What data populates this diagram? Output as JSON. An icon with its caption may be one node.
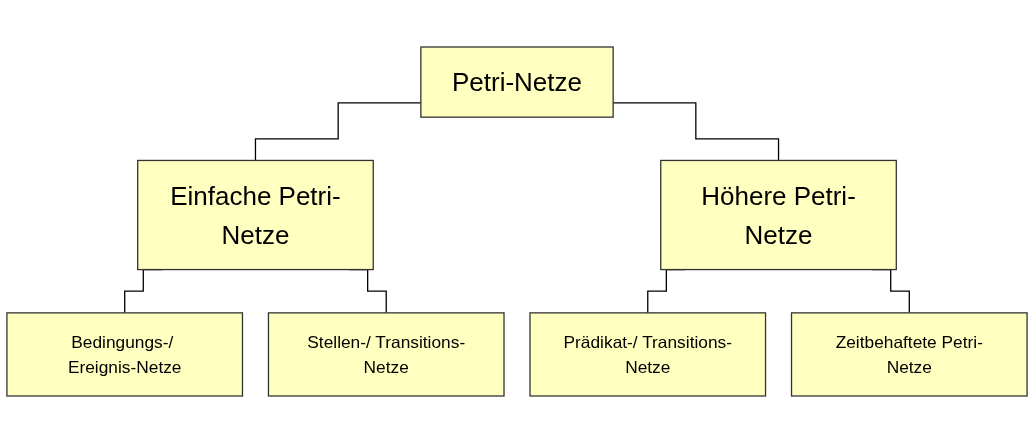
{
  "diagram": {
    "nodes": [
      {
        "text": [
          "Petri-Netze"
        ]
      },
      {
        "text": [
          "Einfache Petri-Netze"
        ]
      },
      {
        "text": [
          "Höhere Petri-Netze"
        ]
      },
      {
        "text": [
          "Bedingungs-/ Ereignis-Netze"
        ]
      },
      {
        "text": [
          "Stellen-/ Transitions-Netze"
        ]
      },
      {
        "text": [
          "Prädikat-/ Transitions-Netze"
        ]
      },
      {
        "text": [
          "Zeitbehaftete Petri-Netze"
        ]
      }
    ],
    "edges": [
      {
        "from": 0,
        "to": 1,
        "arrow": "none"
      },
      {
        "from": 0,
        "to": 2,
        "arrow": "none"
      },
      {
        "from": 1,
        "to": 3,
        "arrow": "none"
      },
      {
        "from": 1,
        "to": 4,
        "arrow": "none"
      },
      {
        "from": 2,
        "to": 5,
        "arrow": "none"
      },
      {
        "from": 2,
        "to": 6,
        "arrow": "none"
      }
    ]
  }
}
